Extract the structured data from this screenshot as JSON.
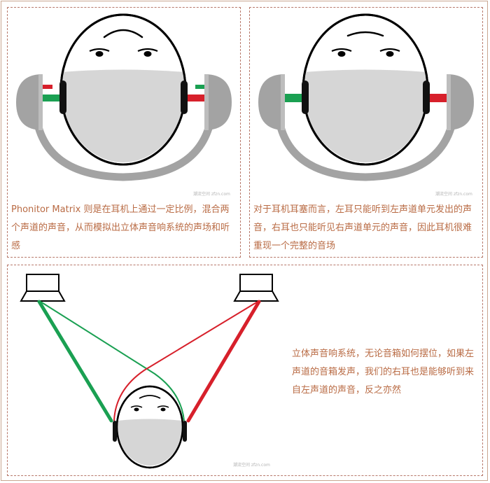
{
  "panels": {
    "matrix": {
      "caption": "Phonitor Matrix 则是在耳机上通过一定比例，混合两个声道的声音，从而模拟出立体声音响系统的声场和听感",
      "watermark": "潮流空间 zfzn.com"
    },
    "headphones": {
      "caption": "对于耳机耳塞而言，左耳只能听到左声道单元发出的声音，右耳也只能听见右声道单元的声音，因此耳机很难重现一个完整的音场",
      "watermark": "潮流空间 zfzn.com"
    },
    "speakers": {
      "caption": "立体声音响系统，无论音箱如何摆位，如果左声道的音箱发声，我们的右耳也是能够听到来自左声道的声音，反之亦然",
      "watermark": "潮流空间 zfzn.com"
    }
  },
  "colors": {
    "left_channel": "#1aa052",
    "right_channel": "#d7202b",
    "caption_text": "#b96b44",
    "border": "#b7786a",
    "cup_gray": "#999999",
    "face_fill": "#d6d6d6"
  },
  "icons": [
    "head-icon",
    "headphone-cup-icon",
    "speaker-icon",
    "sound-path-lines"
  ]
}
